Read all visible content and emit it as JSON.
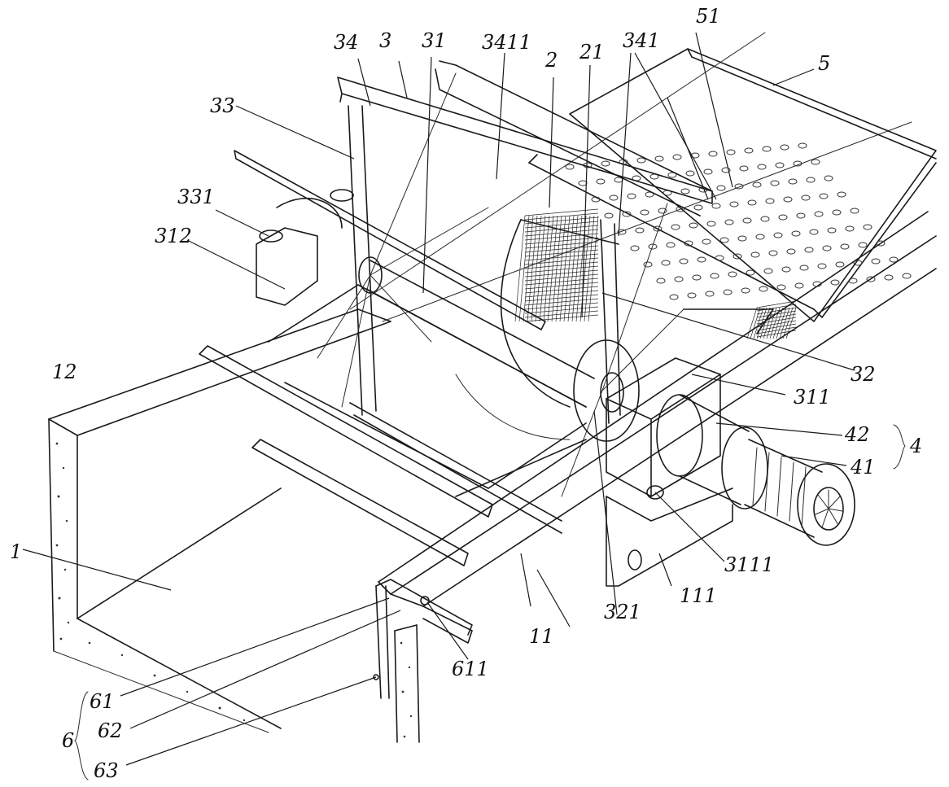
{
  "labels": {
    "l1": "1",
    "l2": "2",
    "l3": "3",
    "l4": "4",
    "l5": "5",
    "l6": "6",
    "l11": "11",
    "l12": "12",
    "l21": "21",
    "l31": "31",
    "l32": "32",
    "l33": "33",
    "l34": "34",
    "l41": "41",
    "l42": "42",
    "l51": "51",
    "l61": "61",
    "l62": "62",
    "l63": "63",
    "l111": "111",
    "l311": "311",
    "l312": "312",
    "l321": "321",
    "l331": "331",
    "l341": "341",
    "l611": "611",
    "l3111": "3111",
    "l3411": "3411"
  }
}
